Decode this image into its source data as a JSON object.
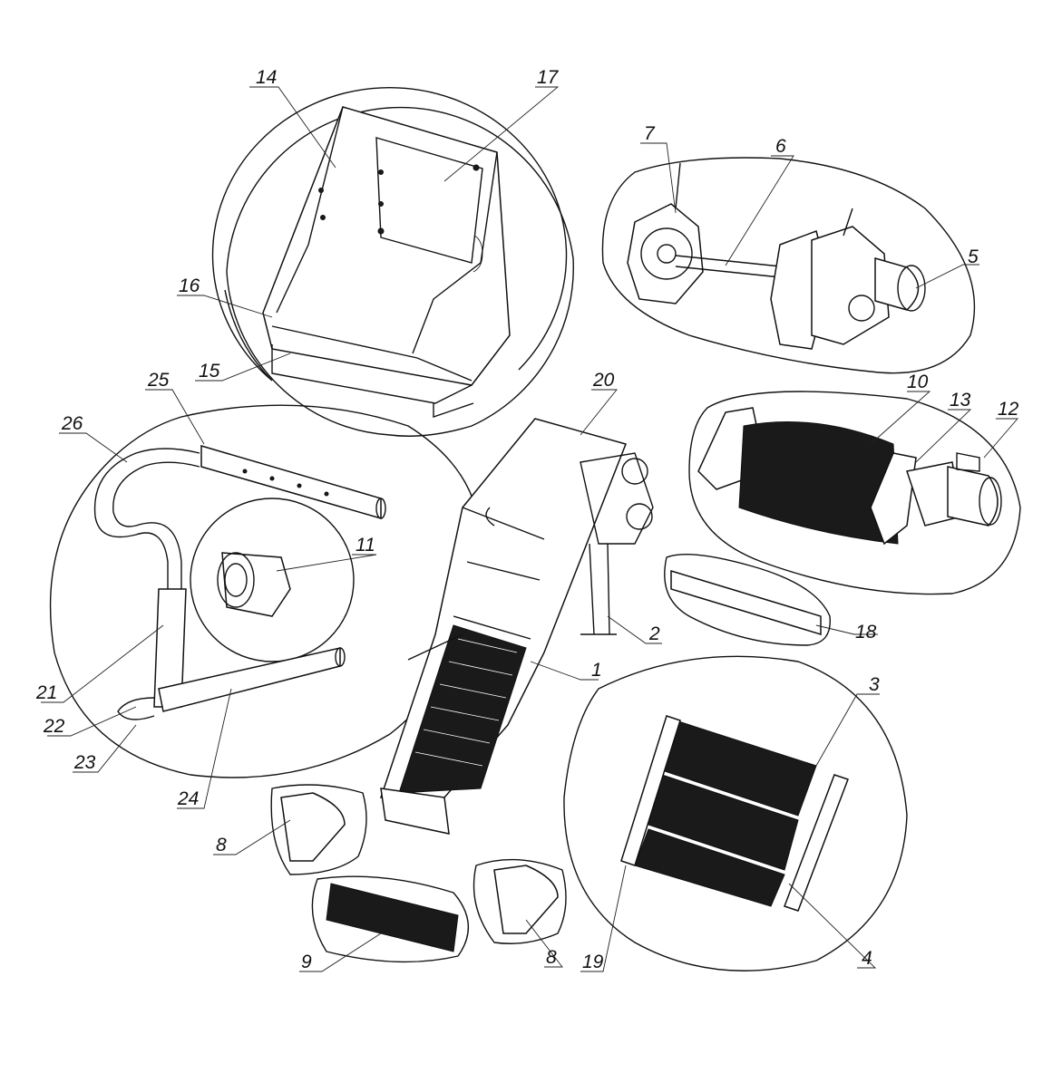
{
  "diagram": {
    "labels": [
      {
        "id": "14",
        "text": "14"
      },
      {
        "id": "17",
        "text": "17"
      },
      {
        "id": "7",
        "text": "7"
      },
      {
        "id": "6",
        "text": "6"
      },
      {
        "id": "5",
        "text": "5"
      },
      {
        "id": "16",
        "text": "16"
      },
      {
        "id": "15",
        "text": "15"
      },
      {
        "id": "25",
        "text": "25"
      },
      {
        "id": "20",
        "text": "20"
      },
      {
        "id": "10",
        "text": "10"
      },
      {
        "id": "13",
        "text": "13"
      },
      {
        "id": "12",
        "text": "12"
      },
      {
        "id": "26",
        "text": "26"
      },
      {
        "id": "11",
        "text": "11"
      },
      {
        "id": "18",
        "text": "18"
      },
      {
        "id": "2",
        "text": "2"
      },
      {
        "id": "1",
        "text": "1"
      },
      {
        "id": "3",
        "text": "3"
      },
      {
        "id": "21",
        "text": "21"
      },
      {
        "id": "22",
        "text": "22"
      },
      {
        "id": "23",
        "text": "23"
      },
      {
        "id": "24",
        "text": "24"
      },
      {
        "id": "8a",
        "text": "8"
      },
      {
        "id": "8b",
        "text": "8"
      },
      {
        "id": "9",
        "text": "9"
      },
      {
        "id": "19",
        "text": "19"
      },
      {
        "id": "4",
        "text": "4"
      }
    ],
    "colors": {
      "ink": "#111111",
      "paper": "#ffffff",
      "fill_dark": "#1a1a1a"
    }
  }
}
